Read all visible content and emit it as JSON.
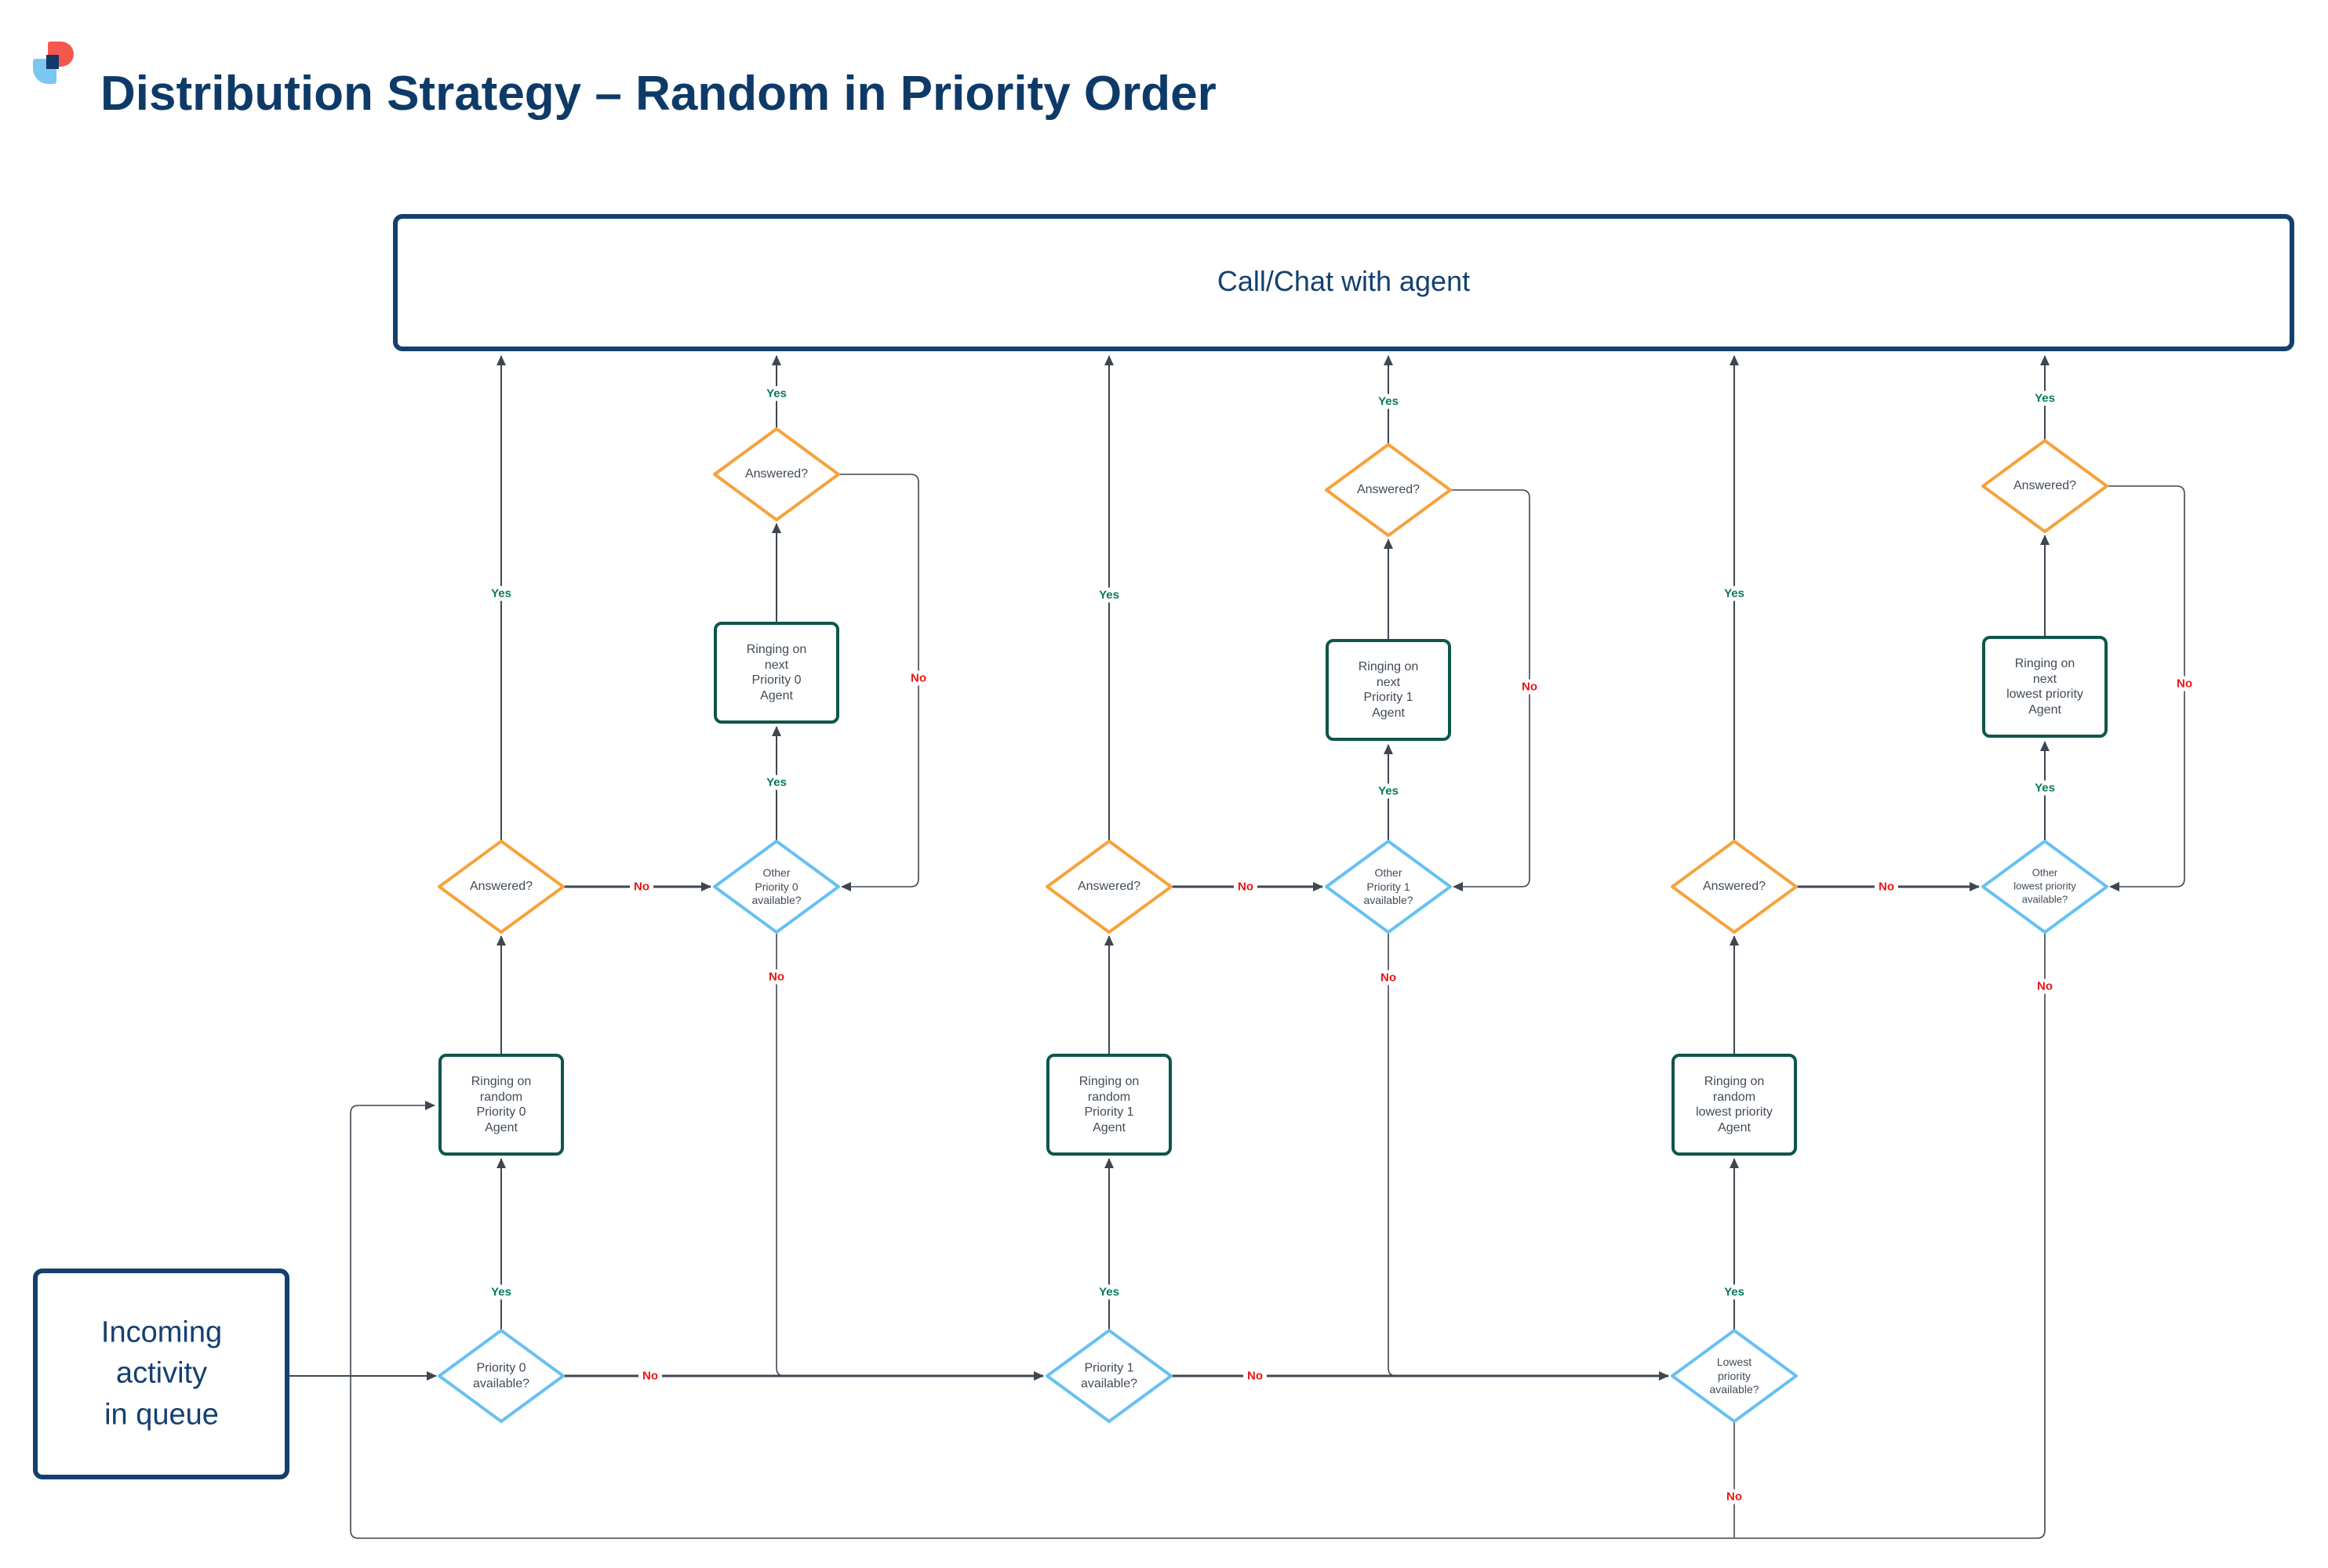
{
  "header": {
    "logo_icon": "lucid-logo",
    "title": "Distribution Strategy – Random in Priority Order"
  },
  "terminals": {
    "agent_box": "Call/Chat with agent",
    "start_box": "Incoming\nactivity\nin queue"
  },
  "edge_labels": {
    "yes": "Yes",
    "no": "No"
  },
  "columns": [
    {
      "id": "priority-0",
      "available": "Priority 0\navailable?",
      "ringing_random": "Ringing on\nrandom\nPriority 0\nAgent",
      "answered": "Answered?",
      "other_available": "Other\nPriority 0\navailable?",
      "ringing_next": "Ringing on\nnext\nPriority 0\nAgent",
      "answered_retry": "Answered?"
    },
    {
      "id": "priority-1",
      "available": "Priority 1\navailable?",
      "ringing_random": "Ringing on\nrandom\nPriority 1\nAgent",
      "answered": "Answered?",
      "other_available": "Other\nPriority 1\navailable?",
      "ringing_next": "Ringing on\nnext\nPriority 1\nAgent",
      "answered_retry": "Answered?"
    },
    {
      "id": "lowest-priority",
      "available": "Lowest\npriority\navailable?",
      "ringing_random": "Ringing on\nrandom\nlowest priority\nAgent",
      "answered": "Answered?",
      "other_available": "Other\nlowest priority\navailable?",
      "ringing_next": "Ringing on\nnext\nlowest priority\nAgent",
      "answered_retry": "Answered?"
    }
  ],
  "colors": {
    "navy": "#14406f",
    "teal_box": "#0e564b",
    "orange_diamond": "#f6a23c",
    "blue_diamond": "#67c1f1",
    "connector": "#3e4751",
    "yes_green": "#067a5b",
    "no_red": "#ea1414",
    "node_text": "#414b57"
  }
}
